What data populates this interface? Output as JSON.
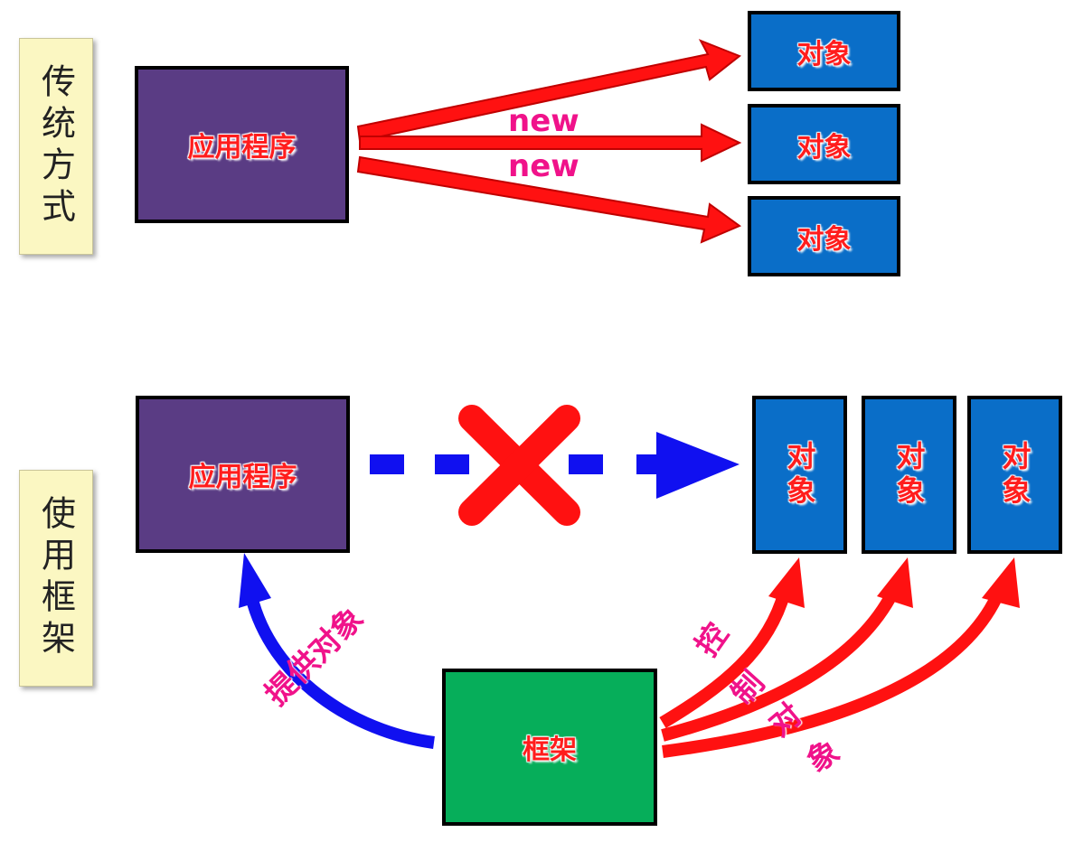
{
  "traditional": {
    "side_label": "传统方式",
    "app_label": "应用程序",
    "new_labels": [
      "new",
      "new"
    ],
    "objects": [
      "对象",
      "对象",
      "对象"
    ]
  },
  "framework": {
    "side_label": "使用框架",
    "app_label": "应用程序",
    "objects": [
      "对象",
      "对象",
      "对象"
    ],
    "framework_label": "框架",
    "provide_label": "提供对象",
    "control_chars": [
      "控",
      "制",
      "对",
      "象"
    ]
  },
  "colors": {
    "arrow_red": "#ff1111",
    "arrow_blue": "#1010f0",
    "app_box": "#5a3c84",
    "object_box": "#0a6ec8",
    "framework_box": "#06ae5a",
    "pink_text": "#f0128a"
  }
}
